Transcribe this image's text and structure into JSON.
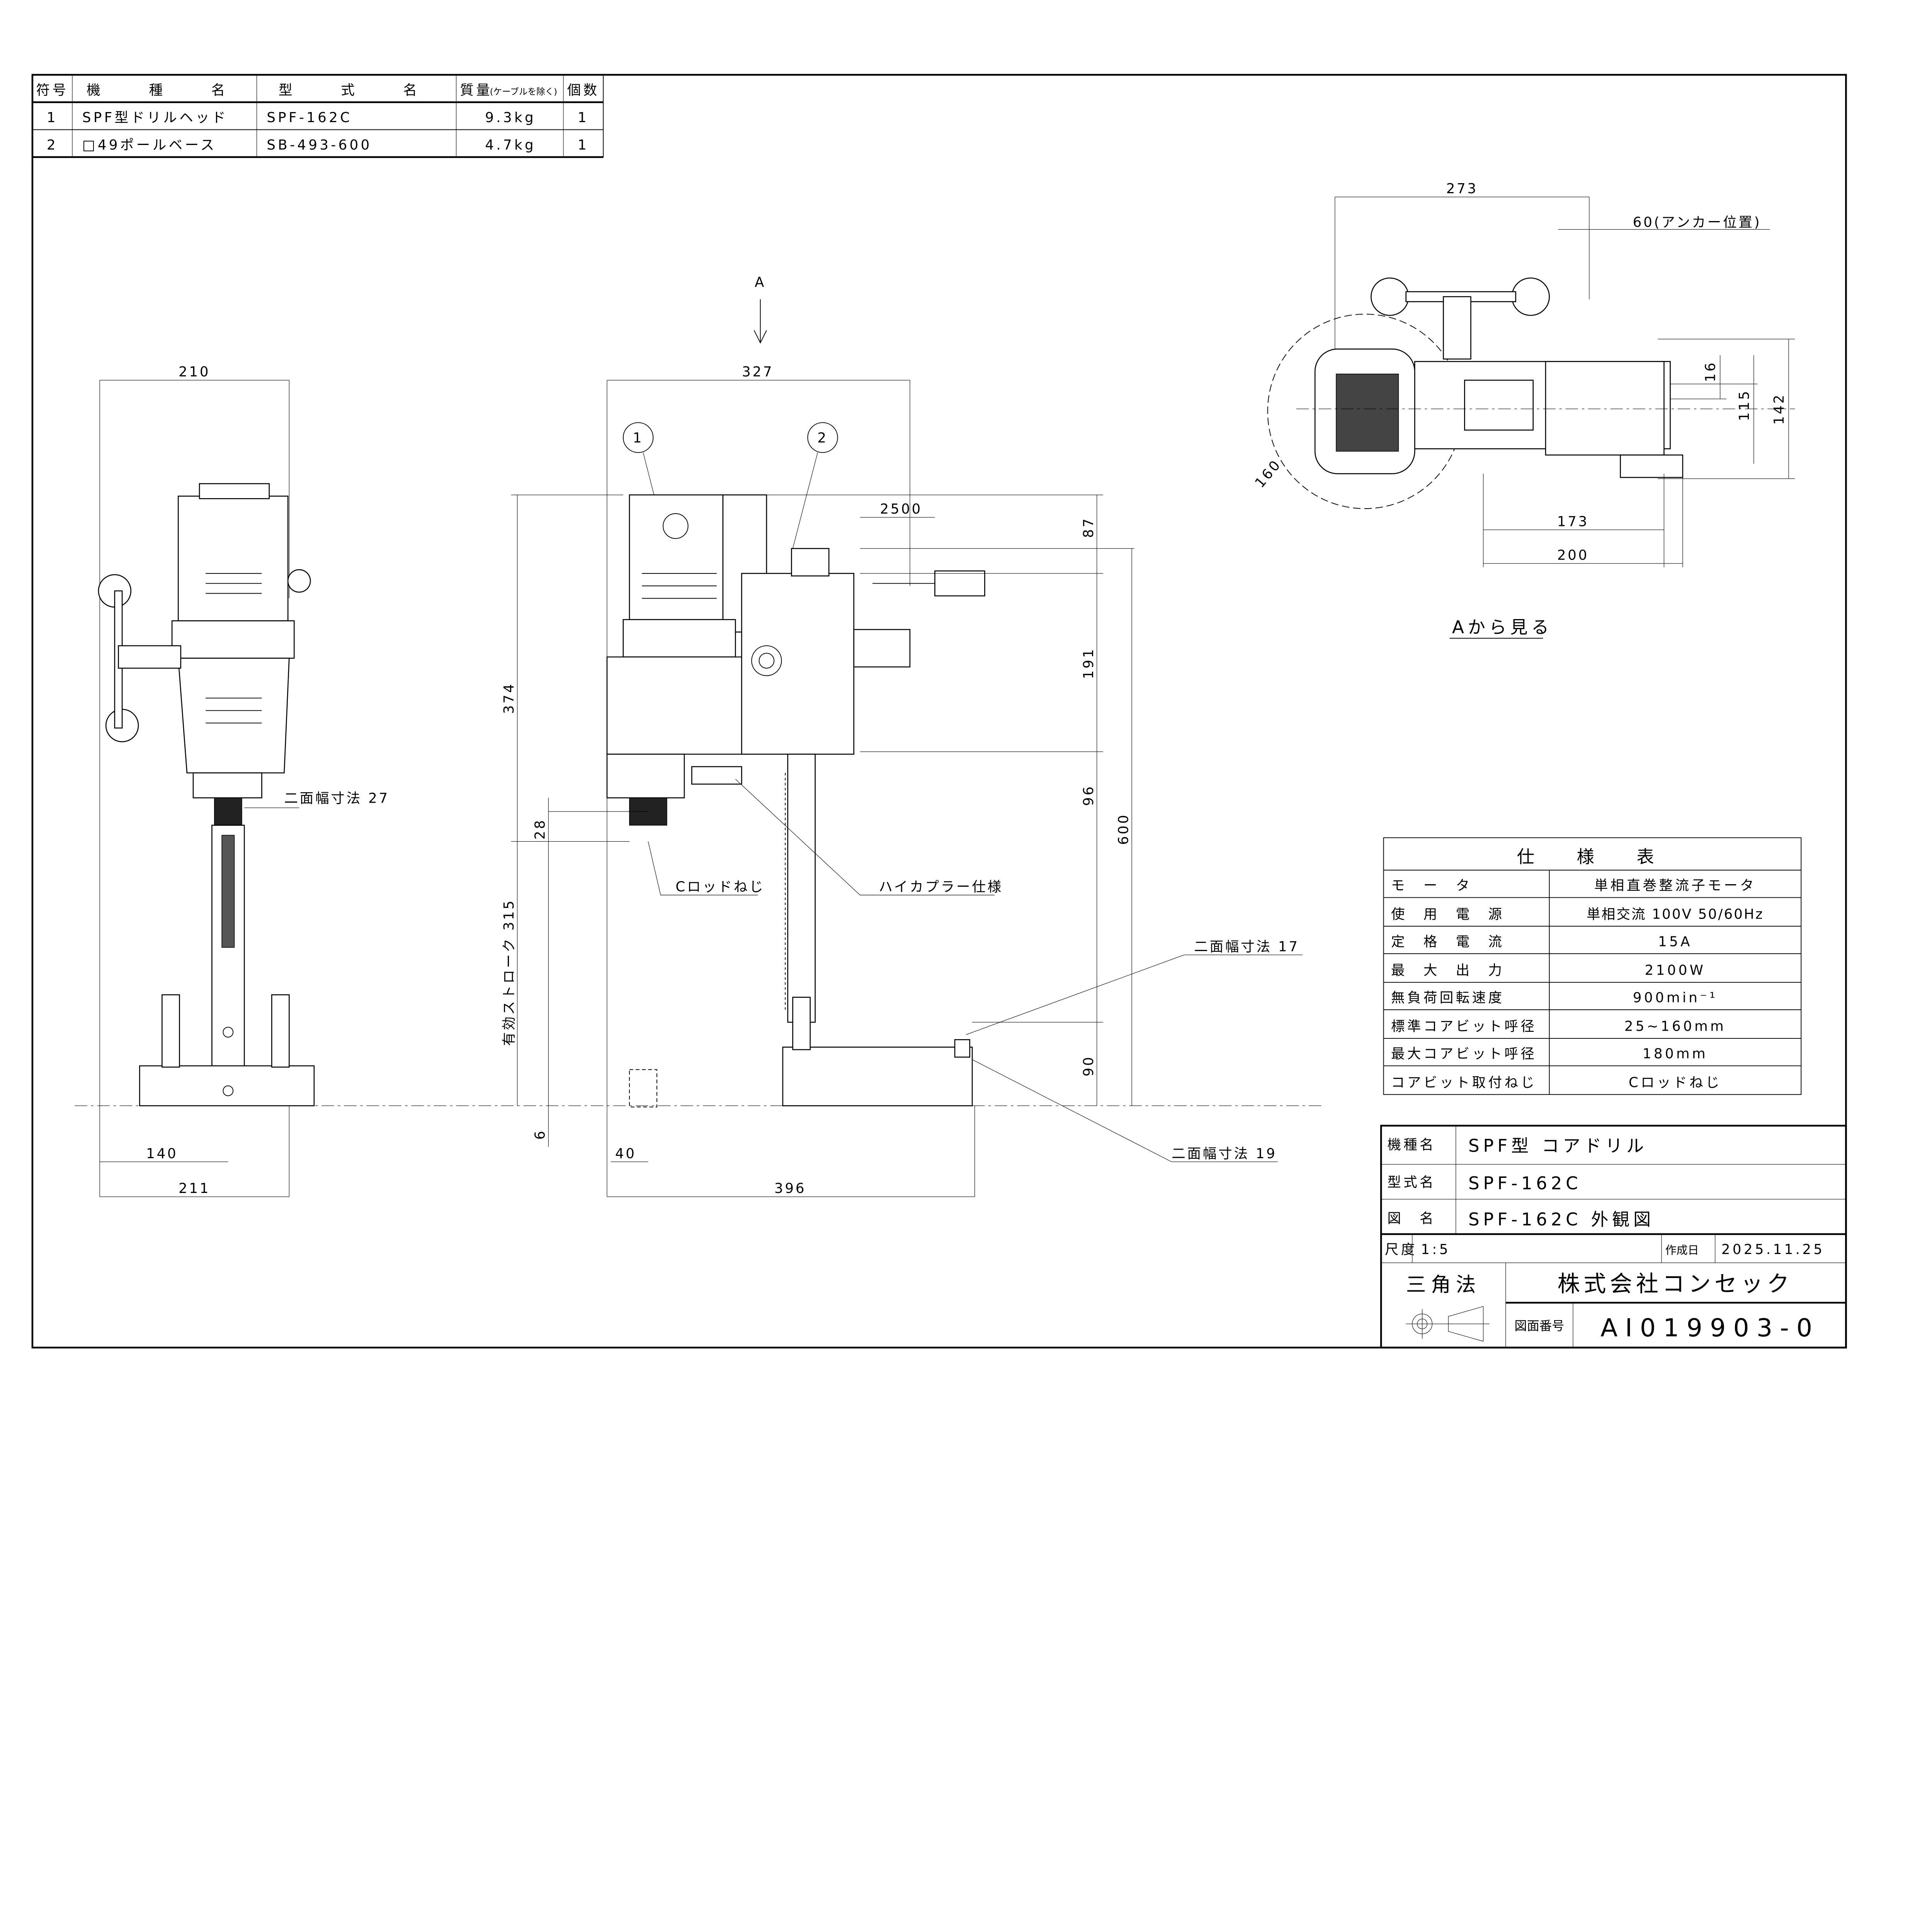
{
  "parts_table": {
    "headers": [
      "符号",
      "機　種　名",
      "型　式　名",
      "質量",
      "(ケーブルを除く)",
      "個数"
    ],
    "rows": [
      {
        "no": "1",
        "name": "SPF型ドリルヘッド",
        "model": "SPF-162C",
        "mass": "9.3kg",
        "qty": "1"
      },
      {
        "no": "2",
        "name": "□49ポールベース",
        "model": "SB-493-600",
        "mass": "4.7kg",
        "qty": "1"
      }
    ]
  },
  "front_view": {
    "dims": {
      "top_width": "210",
      "bottom_140": "140",
      "bottom_211": "211",
      "flat_width": "二面幅寸法 27"
    }
  },
  "side_view": {
    "view_marker": "A",
    "balloons": [
      "1",
      "2"
    ],
    "dims": {
      "width": "327",
      "cable": "2500",
      "d87": "87",
      "d374": "374",
      "d191": "191",
      "d96": "96",
      "d28": "28",
      "d600": "600",
      "stroke": "有効ストローク 315",
      "d90": "90",
      "d6": "6",
      "d40": "40",
      "d396": "396"
    },
    "notes": {
      "c_rod": "Cロッドねじ",
      "coupler": "ハイカプラー仕様",
      "flat17": "二面幅寸法 17",
      "flat19": "二面幅寸法 19"
    }
  },
  "top_view": {
    "dims": {
      "d273": "273",
      "anchor": "60(アンカー位置)",
      "d16": "16",
      "d115": "115",
      "d142": "142",
      "d160": "160",
      "d173": "173",
      "d200": "200"
    },
    "caption": "Aから見る"
  },
  "spec_table": {
    "title": "仕　様　表",
    "rows": [
      {
        "label": "モ　ー　タ",
        "value": "単相直巻整流子モータ"
      },
      {
        "label": "使　用　電　源",
        "value": "単相交流 100V 50/60Hz"
      },
      {
        "label": "定　格　電　流",
        "value": "15A"
      },
      {
        "label": "最　大　出　力",
        "value": "2100W"
      },
      {
        "label": "無負荷回転速度",
        "value": "900min⁻¹"
      },
      {
        "label": "標準コアビット呼径",
        "value": "25~160mm"
      },
      {
        "label": "最大コアビット呼径",
        "value": "180mm"
      },
      {
        "label": "コアビット取付ねじ",
        "value": "Cロッドねじ"
      }
    ]
  },
  "title_block": {
    "model_label": "機種名",
    "model_value": "SPF型 コアドリル",
    "type_label": "型式名",
    "type_value": "SPF-162C",
    "drawing_label": "図　名",
    "drawing_value": "SPF-162C 外観図",
    "scale_label": "尺度",
    "scale_value": "1:5",
    "date_label": "作成日",
    "date_value": "2025.11.25",
    "projection": "三角法",
    "company": "株式会社コンセック",
    "number_label": "図面番号",
    "number_value": "AI019903-0"
  }
}
